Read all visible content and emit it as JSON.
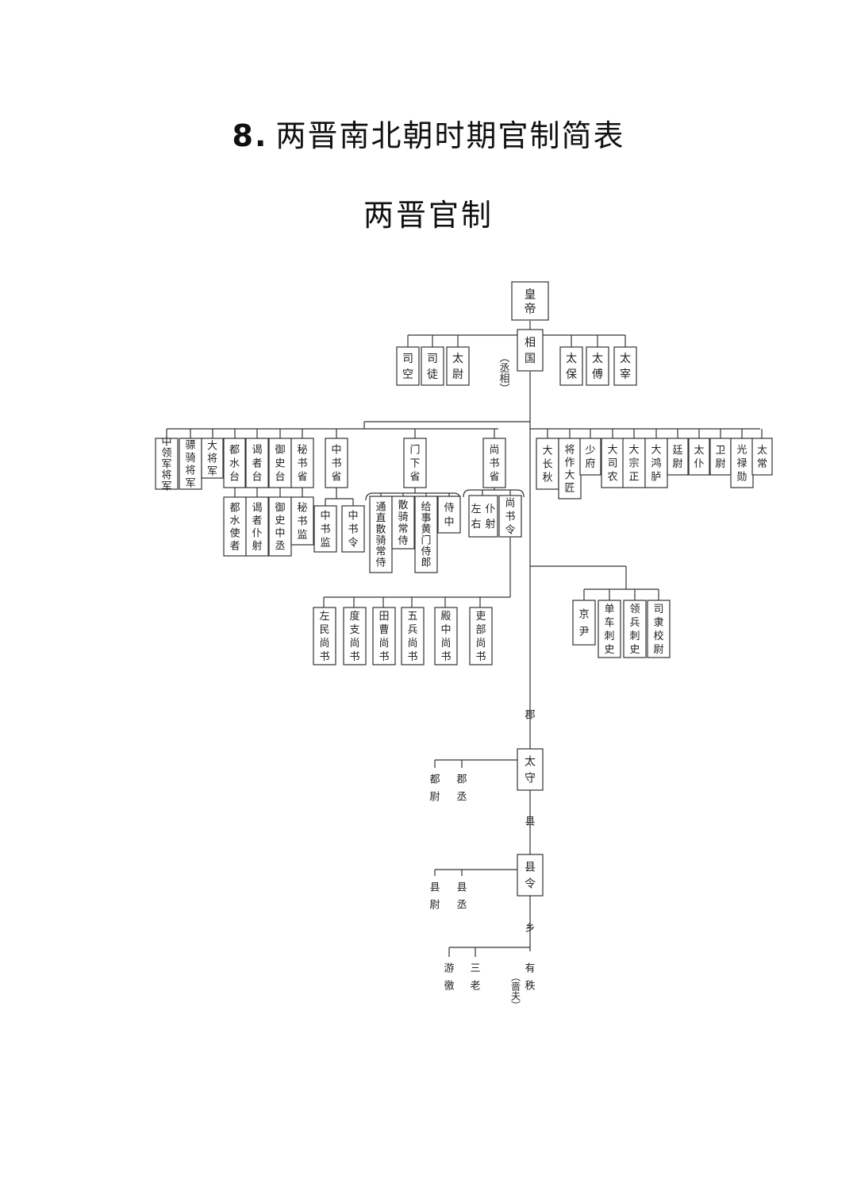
{
  "page": {
    "title_number": "8.",
    "title": "两晋南北朝时期官制简表",
    "subtitle": "两晋官制"
  },
  "nodes": [
    {
      "id": "emperor",
      "text": "皇帝",
      "boxed": true
    },
    {
      "id": "xiangguo",
      "text": "相国",
      "boxed": true
    },
    {
      "id": "chengxiang",
      "text": "(丞相)",
      "boxed": false
    },
    {
      "id": "sikong",
      "text": "司空",
      "boxed": true
    },
    {
      "id": "situ",
      "text": "司徒",
      "boxed": true
    },
    {
      "id": "taiwei",
      "text": "太尉",
      "boxed": true
    },
    {
      "id": "taibao",
      "text": "太保",
      "boxed": true
    },
    {
      "id": "taifu",
      "text": "太傅",
      "boxed": true
    },
    {
      "id": "taizai",
      "text": "太宰",
      "boxed": true
    },
    {
      "id": "zhonglingjun",
      "text": "中领军将军",
      "boxed": true
    },
    {
      "id": "piaoqi",
      "text": "骠骑将军",
      "boxed": true
    },
    {
      "id": "dajiangjun",
      "text": "大将军",
      "boxed": true
    },
    {
      "id": "dushuitai",
      "text": "都水台",
      "boxed": true
    },
    {
      "id": "yezhetai",
      "text": "谒者台",
      "boxed": true
    },
    {
      "id": "yushitai",
      "text": "御史台",
      "boxed": true
    },
    {
      "id": "mishusheng",
      "text": "秘书省",
      "boxed": true
    },
    {
      "id": "zhongshusheng",
      "text": "中书省",
      "boxed": true
    },
    {
      "id": "menxiasheng",
      "text": "门下省",
      "boxed": true
    },
    {
      "id": "shangshusheng",
      "text": "尚书省",
      "boxed": true
    },
    {
      "id": "dachangqiu",
      "text": "大长秋",
      "boxed": true
    },
    {
      "id": "jiangzuo",
      "text": "将作大匠",
      "boxed": true
    },
    {
      "id": "shaofu",
      "text": "少府",
      "boxed": true
    },
    {
      "id": "dasinong",
      "text": "大司农",
      "boxed": true
    },
    {
      "id": "dazongzheng",
      "text": "大宗正",
      "boxed": true
    },
    {
      "id": "dahonglu",
      "text": "大鸿胪",
      "boxed": true
    },
    {
      "id": "tingwei",
      "text": "廷尉",
      "boxed": true
    },
    {
      "id": "taipu",
      "text": "太仆",
      "boxed": true
    },
    {
      "id": "weiwei",
      "text": "卫尉",
      "boxed": true
    },
    {
      "id": "guanglu",
      "text": "光禄勋",
      "boxed": true
    },
    {
      "id": "taichang",
      "text": "太常",
      "boxed": true
    },
    {
      "id": "dushuishizhe",
      "text": "都水使者",
      "boxed": true
    },
    {
      "id": "yezhepuye",
      "text": "谒者仆射",
      "boxed": true
    },
    {
      "id": "yushizhongcheng",
      "text": "御史中丞",
      "boxed": true
    },
    {
      "id": "mishujian",
      "text": "秘书监",
      "boxed": true
    },
    {
      "id": "zhongshujian",
      "text": "中书监",
      "boxed": true
    },
    {
      "id": "zhongshuling",
      "text": "中书令",
      "boxed": true
    },
    {
      "id": "tongzhi",
      "text": "通直散骑常侍",
      "boxed": true
    },
    {
      "id": "sanqi",
      "text": "散骑常侍",
      "boxed": true
    },
    {
      "id": "jishi",
      "text": "给事黄门侍郎",
      "boxed": true
    },
    {
      "id": "shizhong",
      "text": "侍中",
      "boxed": true
    },
    {
      "id": "zuoyoupuye",
      "text": "左右仆射",
      "boxed": true
    },
    {
      "id": "shangshuling",
      "text": "尚书令",
      "boxed": true
    },
    {
      "id": "zuomin",
      "text": "左民尚书",
      "boxed": true
    },
    {
      "id": "duzhi",
      "text": "度支尚书",
      "boxed": true
    },
    {
      "id": "tiancao",
      "text": "田曹尚书",
      "boxed": true
    },
    {
      "id": "wubing",
      "text": "五兵尚书",
      "boxed": true
    },
    {
      "id": "dianzhong",
      "text": "殿中尚书",
      "boxed": true
    },
    {
      "id": "libu",
      "text": "吏部尚书",
      "boxed": true
    },
    {
      "id": "jingyin",
      "text": "京尹",
      "boxed": true
    },
    {
      "id": "danche",
      "text": "单车刺史",
      "boxed": true
    },
    {
      "id": "lingbing",
      "text": "领兵刺史",
      "boxed": true
    },
    {
      "id": "sili",
      "text": "司隶校尉",
      "boxed": true
    },
    {
      "id": "jun",
      "text": "郡",
      "boxed": false
    },
    {
      "id": "taishou",
      "text": "太守",
      "boxed": true
    },
    {
      "id": "duwei",
      "text": "都尉",
      "boxed": false
    },
    {
      "id": "juncheng",
      "text": "郡丞",
      "boxed": false
    },
    {
      "id": "xian",
      "text": "县",
      "boxed": false
    },
    {
      "id": "xianling",
      "text": "县令",
      "boxed": true
    },
    {
      "id": "xianwei",
      "text": "县尉",
      "boxed": false
    },
    {
      "id": "xiancheng",
      "text": "县丞",
      "boxed": false
    },
    {
      "id": "xiang",
      "text": "乡",
      "boxed": false
    },
    {
      "id": "youjiao",
      "text": "游徼",
      "boxed": false
    },
    {
      "id": "sanlao",
      "text": "三老",
      "boxed": false
    },
    {
      "id": "youzhi",
      "text": "有秩",
      "boxed": false
    },
    {
      "id": "sefu",
      "text": "(啬夫)",
      "boxed": false
    }
  ]
}
